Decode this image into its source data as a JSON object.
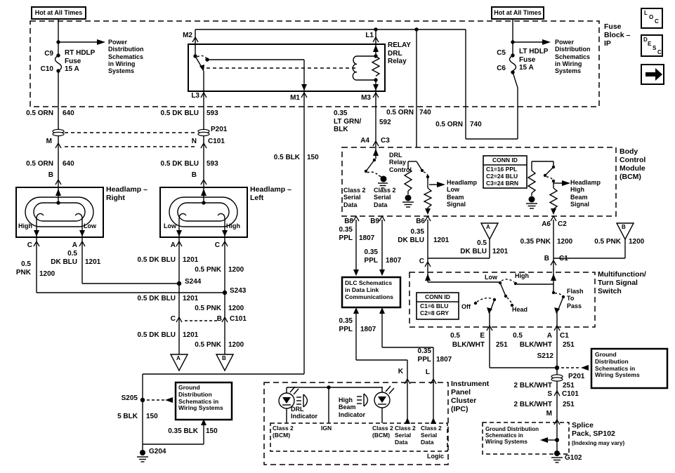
{
  "badges": {
    "loc": [
      "L",
      "O",
      "C"
    ],
    "desc": [
      "D",
      "E",
      "S",
      "C"
    ]
  },
  "fuse_block": {
    "title": "Fuse\nBlock –\nIP",
    "hot_left": "Hot at All Times",
    "hot_right": "Hot at All Times",
    "left_fuse": {
      "pin_top": "C9",
      "pin_bottom": "C10",
      "name": "RT HDLP\nFuse\n15 A"
    },
    "right_fuse": {
      "pin_top": "C5",
      "pin_bottom": "C6",
      "name": "LT HDLP\nFuse\n15 A"
    },
    "power_ref_left": "Power\nDistribution\nSchematics\nin Wiring\nSystems",
    "power_ref_right": "Power\nDistribution\nSchematics\nin Wiring\nSystems"
  },
  "relay": {
    "title": "RELAY\nDRL\nRelay",
    "m2": "M2",
    "l1": "L1",
    "l3": "L3",
    "m1": "M1",
    "m3": "M3"
  },
  "headlamp_right": {
    "title": "Headlamp –\nRight",
    "high": "High",
    "low": "Low",
    "b": "B",
    "c": "C",
    "a": "A"
  },
  "headlamp_left": {
    "title": "Headlamp –\nLeft",
    "low": "Low",
    "high": "High",
    "b": "B",
    "a": "A",
    "c": "C"
  },
  "bcm": {
    "title": "Body\nControl\nModule\n(BCM)",
    "conn_header": "CONN ID",
    "conn_rows": "C1=16 PPL\nC2=24 BLU\nC3=24 BRN",
    "drl_relay_control": "DRL\nRelay\nControl",
    "class2_a": "Class 2\nSerial\nData",
    "class2_b": "Class 2\nSerial\nData",
    "low_beam": "Headlamp\nLow\nBeam\nSignal",
    "high_beam": "Headlamp\nHigh\nBeam\nSignal",
    "b8": "B8",
    "b9": "B9",
    "b6": "B6",
    "a6": "A6",
    "c2": "C2"
  },
  "mfs": {
    "title": "Multifunction/\nTurn Signal\nSwitch",
    "conn_header": "CONN ID",
    "conn_rows": "C1=6 BLU\nC2=8 GRY",
    "low": "Low",
    "high": "High",
    "off": "Off",
    "head": "Head",
    "flash": "Flash\nTo\nPass"
  },
  "ipc": {
    "title": "Instrument\nPanel\nCluster\n(IPC)",
    "drl_indicator": "DRL\nIndicator",
    "high_beam_indicator": "High\nBeam\nIndicator",
    "class2_bcm_left": "Class 2\n(BCM)",
    "ign": "IGN",
    "class2_bcm_right": "Class 2\n(BCM)",
    "class2_serial_k": "Class 2\nSerial\nData",
    "class2_serial_l": "Class 2\nSerial\nData",
    "logic": "Logic",
    "k": "K",
    "l": "L"
  },
  "dlc_ref": "DLC Schematics\nin Data Link\nCommunications",
  "ground_ref_left": "Ground\nDistribution\nSchematics in\nWiring Systems",
  "ground_ref_right": "Ground\nDistribution\nSchematics in\nWiring Systems",
  "splice_pack": {
    "ref": "Ground Distribution\nSchematics in\nWiring Systems",
    "title": "Splice\nPack, SP102",
    "note": "(Indexing may vary)"
  },
  "wires": {
    "orn640_top": {
      "color": "0.5 ORN",
      "num": "640"
    },
    "orn640_bot": {
      "color": "0.5 ORN",
      "num": "640"
    },
    "m_pin": "M",
    "dkblu593_top": {
      "color": "0.5 DK BLU",
      "num": "593"
    },
    "dkblu593_bot": {
      "color": "0.5 DK BLU",
      "num": "593"
    },
    "p201_left": "P201",
    "n_pin": "N",
    "c101_left": "C101",
    "blk150": {
      "color": "0.5 BLK",
      "num": "150"
    },
    "ltgrn592": {
      "color": "0.35\nLT GRN/\nBLK",
      "num": "592"
    },
    "a4": "A4",
    "c3": "C3",
    "orn740_a": {
      "color": "0.5 ORN",
      "num": "740"
    },
    "orn740_b": {
      "color": "0.5 ORN",
      "num": "740"
    },
    "hlr_high": {
      "color": "0.5\nPNK",
      "num": "1200"
    },
    "hlr_low": {
      "color": "0.5\nDK BLU",
      "num": "1201"
    },
    "hll_low": {
      "color": "0.5 DK BLU",
      "num": "1201"
    },
    "hll_high": {
      "color": "0.5 PNK",
      "num": "1200"
    },
    "s244": "S244",
    "s243": "S243",
    "dkblu1201_mid": {
      "color": "0.5 DK BLU",
      "num": "1201"
    },
    "pnk1200_mid": {
      "color": "0.5 PNK",
      "num": "1200"
    },
    "c101_c": "C",
    "c101_b": "B",
    "c101_mid": "C101",
    "dkblu1201_bot": {
      "color": "0.5 DK BLU",
      "num": "1201"
    },
    "pnk1200_bot": {
      "color": "0.5 PNK",
      "num": "1200"
    },
    "tri_a_bottom": "A",
    "tri_b_bottom": "B",
    "s205": "S205",
    "blk5": {
      "color": "5 BLK",
      "num": "150"
    },
    "blk035": {
      "color": "0.35 BLK",
      "num": "150"
    },
    "g204": "G204",
    "b8_wire": {
      "color": "0.35\nPPL",
      "num": "1807"
    },
    "b9_wire": {
      "color": "0.35\nPPL",
      "num": "1807"
    },
    "b6_wire": {
      "color": "0.35\nDK BLU",
      "num": "1201"
    },
    "k_wire": {
      "color": "0.35\nPPL",
      "num": "1807"
    },
    "l_wire": {
      "color": "0.35\nPPL",
      "num": "1807"
    },
    "tri_a_mid": "A",
    "tri_b_mid": "B",
    "tri_a_wire": {
      "color": "0.5\nDK BLU",
      "num": "1201"
    },
    "mfs_c": "C",
    "a6_wire": {
      "color": "0.35 PNK",
      "num": "1200"
    },
    "tri_b_wire": {
      "color": "0.5 PNK",
      "num": "1200"
    },
    "mfs_b": "B",
    "mfs_c1": "C1",
    "e_wire": {
      "gauge": "0.5",
      "pin": "E",
      "color": "BLK/WHT",
      "num": "251"
    },
    "a_wire": {
      "gauge": "0.5",
      "pin": "A",
      "conn": "C1",
      "color": "BLK/WHT",
      "num": "251"
    },
    "s212": "S212",
    "p201_right": "P201",
    "blk2_a": {
      "color": "2 BLK/WHT",
      "num": "251"
    },
    "s_pin": "S",
    "c101_right": "C101",
    "blk2_b": {
      "color": "2 BLK/WHT",
      "num": "251"
    },
    "m_pin2": "M",
    "g102": "G102"
  },
  "colors": {
    "ink": "#000000",
    "bg": "#ffffff"
  }
}
